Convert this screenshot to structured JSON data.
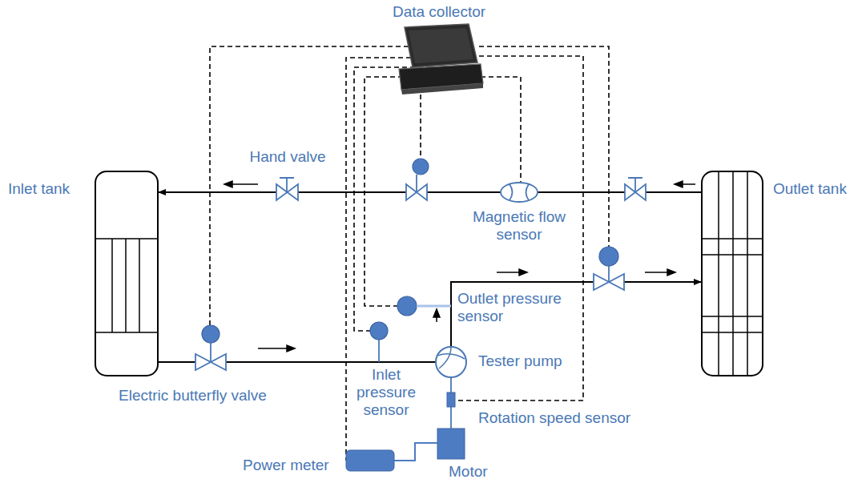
{
  "diagram": {
    "nodes": [
      {
        "text": [
          "Inlet tank"
        ]
      },
      {
        "text": [
          "Outlet tank"
        ]
      }
    ],
    "edges": [
      {
        "from": 1,
        "to": 0,
        "arrow": "to"
      },
      {
        "from": 0,
        "to": 1,
        "arrow": "to"
      }
    ],
    "labels": [
      "Data collector",
      "Hand valve",
      "Magnetic flow sensor",
      "Outlet pressure sensor",
      "Tester pump",
      "Electric butterfly valve",
      "Inlet pressure sensor",
      "Rotation speed sensor",
      "Power meter",
      "Motor"
    ]
  }
}
